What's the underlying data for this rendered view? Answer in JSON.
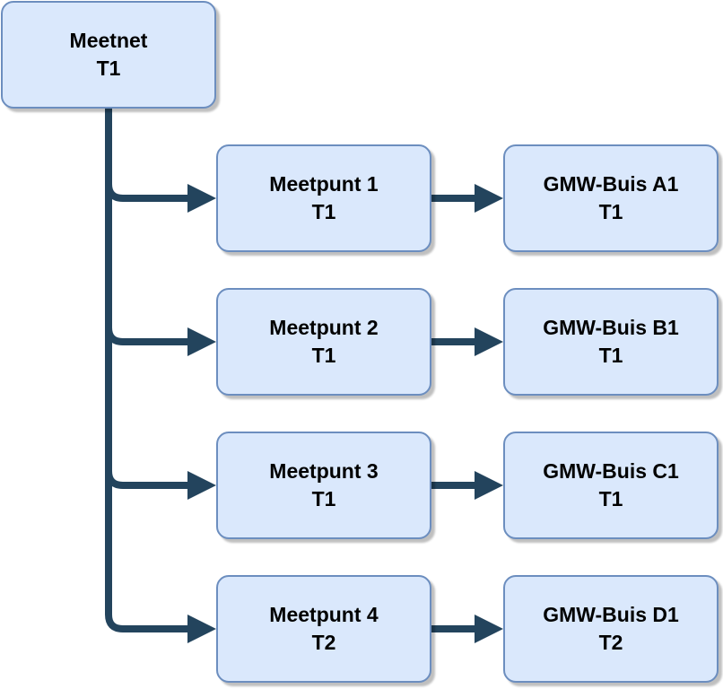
{
  "colors": {
    "node_fill": "#dae8fc",
    "node_border": "#6c8ebf",
    "connector": "#23445d"
  },
  "root": {
    "title": "Meetnet",
    "subtitle": "T1"
  },
  "meetpunten": [
    {
      "title": "Meetpunt 1",
      "subtitle": "T1"
    },
    {
      "title": "Meetpunt 2",
      "subtitle": "T1"
    },
    {
      "title": "Meetpunt 3",
      "subtitle": "T1"
    },
    {
      "title": "Meetpunt 4",
      "subtitle": "T2"
    }
  ],
  "buizen": [
    {
      "title": "GMW-Buis A1",
      "subtitle": "T1"
    },
    {
      "title": "GMW-Buis B1",
      "subtitle": "T1"
    },
    {
      "title": "GMW-Buis C1",
      "subtitle": "T1"
    },
    {
      "title": "GMW-Buis D1",
      "subtitle": "T2"
    }
  ]
}
